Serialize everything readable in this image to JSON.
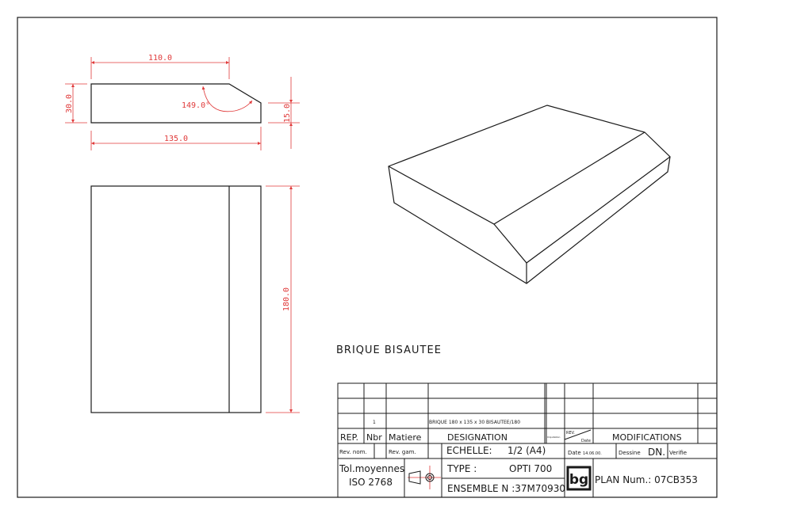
{
  "drawing": {
    "title": "BRIQUE  BISAUTEE",
    "dimensions": {
      "top_length": "110.0",
      "thickness": "30.0",
      "angle": "149.0°",
      "bevel_height": "15.0",
      "total_length": "135.0",
      "width": "180.0"
    },
    "colors": {
      "dimension": "#e03a3a",
      "line": "#1a1a1a"
    }
  },
  "title_block": {
    "row_rep": "1",
    "row_designation": "BRIQUE 180 x 135 x 30 BISAUTEE/180",
    "headers": {
      "rep": "REP.",
      "nbr": "Nbr",
      "matiere": "Matiere",
      "designation": "DESIGNATION",
      "imputation": "Imputation",
      "rev": "REV.",
      "date": "Date",
      "modifications": "MODIFICATIONS"
    },
    "rev_nom": "Rev. nom.",
    "rev_gam": "Rev. gam.",
    "echelle_label": "ECHELLE:",
    "echelle_value": "1/2 (A4)",
    "date_label": "Date",
    "date_value": "14.06.00.",
    "dessine_label": "Dessine",
    "dessine_value": "DN.",
    "verifie_label": "Verifie",
    "tolerance_line1": "Tol.moyennes",
    "tolerance_line2": "ISO 2768",
    "type_label": "TYPE :",
    "type_value": "OPTI 700",
    "ensemble": "ENSEMBLE N :37M70930",
    "logo": "bg",
    "plan_num": "PLAN Num.: 07CB353"
  }
}
